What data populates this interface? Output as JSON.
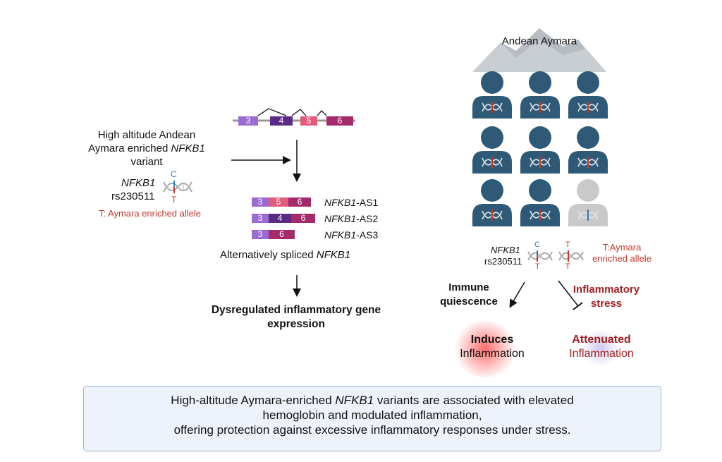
{
  "left": {
    "title_line1": "High altitude Andean",
    "title_line2_pre": "Aymara enriched ",
    "title_line2_gene": "NFKB1",
    "title_line3": "variant",
    "snp_gene": "NFKB1",
    "snp_id": "rs230511",
    "allele_c": "C",
    "allele_t": "T",
    "enriched_note": "T: Aymara enriched allele"
  },
  "gene_structure": {
    "exons": [
      "3",
      "4",
      "5",
      "6"
    ]
  },
  "isoforms": [
    {
      "exons": [
        "3",
        "5",
        "6"
      ],
      "gene": "NFKB1",
      "suffix": "-AS1"
    },
    {
      "exons": [
        "3",
        "4",
        "6"
      ],
      "gene": "NFKB1",
      "suffix": "-AS2"
    },
    {
      "exons": [
        "3",
        "6"
      ],
      "gene": "NFKB1",
      "suffix": "-AS3"
    }
  ],
  "splice_caption_pre": "Alternatively spliced ",
  "splice_caption_gene": "NFKB1",
  "outcome_line1": "Dysregulated inflammatory gene",
  "outcome_line2": "expression",
  "right": {
    "population": "Andean Aymara",
    "snp_gene": "NFKB1",
    "snp_id": "rs230511",
    "allele_c": "C",
    "allele_t": "T",
    "allele_t2": "T",
    "allele_t3": "T",
    "enriched_note_line1": "T:Aymara",
    "enriched_note_line2": "enriched allele",
    "left_branch_line1": "Immune",
    "left_branch_line2": "quiescence",
    "right_branch_line1": "Inflammatory",
    "right_branch_line2": "stress",
    "induces_line1": "Induces",
    "induces_line2": "Inflammation",
    "attenuated_line1": "Attenuated",
    "attenuated_line2": "Inflammation"
  },
  "summary": {
    "line1_pre": "High-altitude Aymara-enriched ",
    "line1_gene": "NFKB1",
    "line1_post": " variants are associated with elevated",
    "line2": "hemoglobin and modulated inflammation,",
    "line3": "offering protection against excessive inflammatory responses under stress."
  },
  "colors": {
    "exon3": "#9b6bd1",
    "exon4": "#5b2a86",
    "exon5": "#e25b7a",
    "exon6": "#a52a6b",
    "person": "#2e5a77",
    "person_gray": "#c9c9c9",
    "allele_blue": "#2b7bbd",
    "allele_red": "#c0392b"
  }
}
